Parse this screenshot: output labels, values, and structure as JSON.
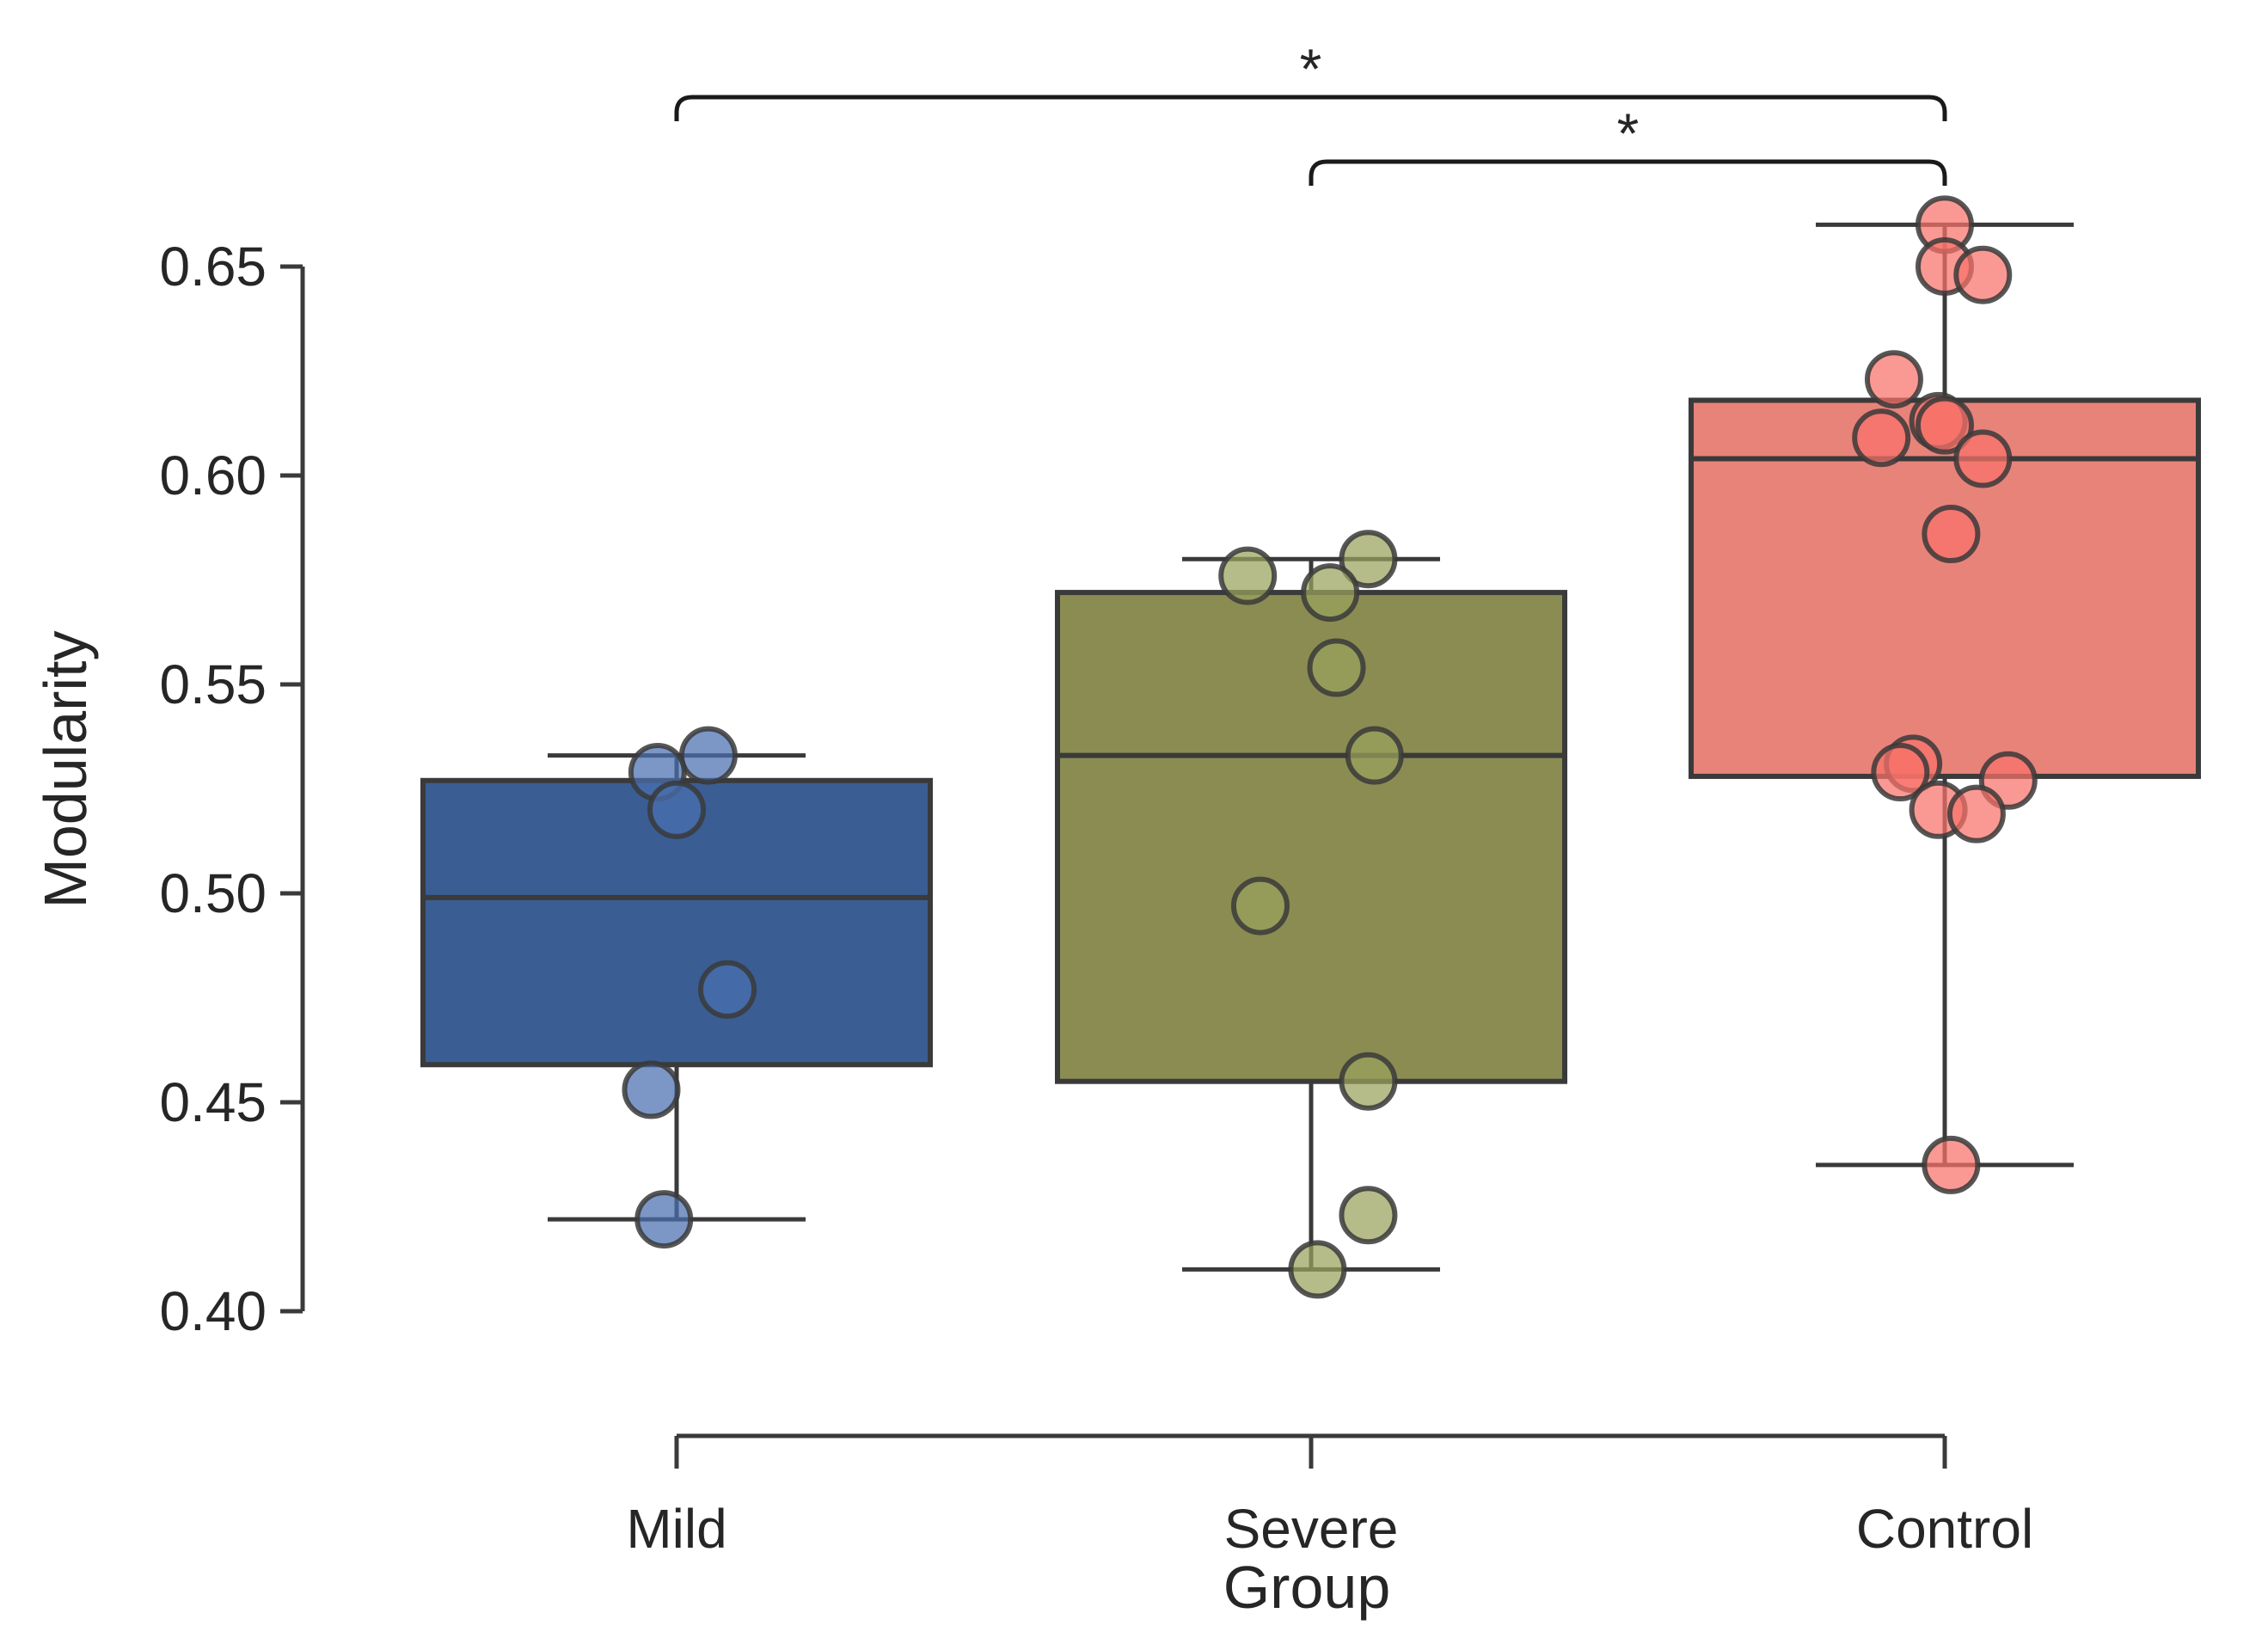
{
  "chart_data": {
    "type": "box",
    "xlabel": "Group",
    "ylabel": "Modularity",
    "ylim": [
      0.4,
      0.65
    ],
    "yticks": [
      "0.40",
      "0.45",
      "0.50",
      "0.55",
      "0.60",
      "0.65"
    ],
    "categories": [
      "Mild",
      "Severe",
      "Control"
    ],
    "grid": false,
    "legend": "none",
    "colors": {
      "Mild": "#3a5d93",
      "Severe": "#8a8c52",
      "Control": "#e8837a",
      "Mild_points": "#4a6fb0",
      "Severe_points": "#9aa25c",
      "Control_points": "#f8716a",
      "edge": "#3a3a3a"
    },
    "boxes": [
      {
        "category": "Mild",
        "whisker_low": 0.422,
        "q1": 0.459,
        "median": 0.499,
        "q3": 0.527,
        "whisker_high": 0.533
      },
      {
        "category": "Severe",
        "whisker_low": 0.41,
        "q1": 0.455,
        "median": 0.533,
        "q3": 0.572,
        "whisker_high": 0.58
      },
      {
        "category": "Control",
        "whisker_low": 0.435,
        "q1": 0.528,
        "median": 0.604,
        "q3": 0.618,
        "whisker_high": 0.66
      }
    ],
    "points": [
      {
        "category": "Mild",
        "values": [
          0.533,
          0.529,
          0.52,
          0.477,
          0.453,
          0.422
        ],
        "jitter": [
          0.05,
          -0.03,
          0.0,
          0.08,
          -0.04,
          -0.02
        ]
      },
      {
        "category": "Severe",
        "values": [
          0.58,
          0.576,
          0.572,
          0.554,
          0.533,
          0.497,
          0.455,
          0.423,
          0.41
        ],
        "jitter": [
          0.09,
          -0.1,
          0.03,
          0.04,
          0.1,
          -0.08,
          0.09,
          0.09,
          0.01
        ]
      },
      {
        "category": "Control",
        "values": [
          0.66,
          0.65,
          0.648,
          0.623,
          0.613,
          0.612,
          0.609,
          0.604,
          0.586,
          0.531,
          0.529,
          0.527,
          0.52,
          0.519,
          0.435
        ],
        "jitter": [
          0.0,
          0.0,
          0.06,
          -0.08,
          -0.01,
          0.0,
          -0.1,
          0.06,
          0.01,
          -0.05,
          -0.07,
          0.1,
          -0.01,
          0.05,
          0.01
        ]
      }
    ],
    "significance": [
      {
        "from": "Mild",
        "to": "Control",
        "label": "*",
        "level": 2
      },
      {
        "from": "Severe",
        "to": "Control",
        "label": "*",
        "level": 1
      }
    ]
  }
}
